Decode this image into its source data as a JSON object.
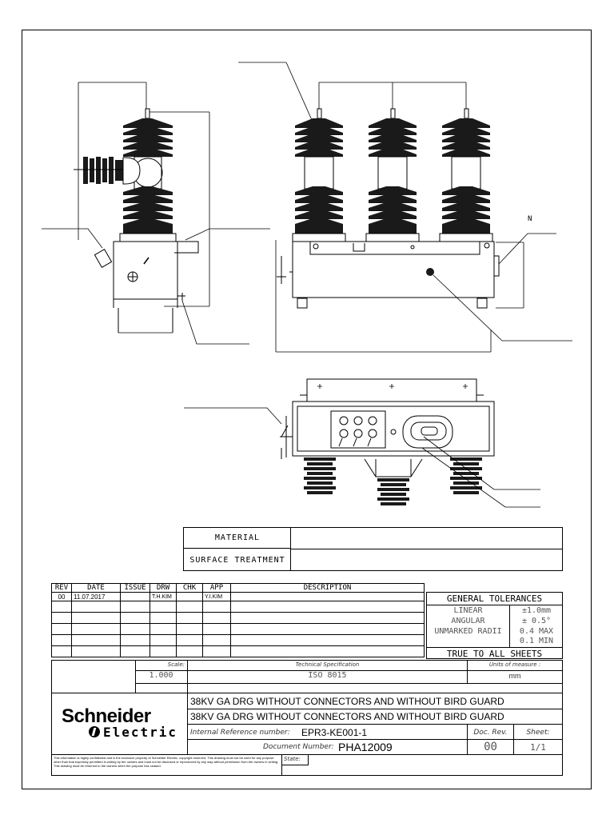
{
  "material_table": {
    "material_label": "MATERIAL",
    "surface_label": "SURFACE TREATMENT",
    "material_value": "",
    "surface_value": ""
  },
  "callouts": {
    "n_label": "N"
  },
  "revision_table": {
    "headers": [
      "REV",
      "DATE",
      "ISSUE",
      "DRW",
      "CHK",
      "APP",
      "DESCRIPTION"
    ],
    "rows": [
      {
        "rev": "00",
        "date": "11.07.2017",
        "issue": "",
        "drw": "T.H.KIM",
        "chk": "",
        "app": "Y.I.KIM",
        "description": ""
      }
    ]
  },
  "tolerances": {
    "title": "GENERAL TOLERANCES",
    "linear_label": "LINEAR",
    "linear_value": "±1.0mm",
    "angular_label": "ANGULAR",
    "angular_value": "± 0.5°",
    "radii_label": "UNMARKED RADII",
    "radii_max": "0.4 MAX",
    "radii_min": "0.1 MIN",
    "true_sheets": "TRUE TO ALL SHEETS"
  },
  "specs": {
    "scale_label": "Scale:",
    "scale_value": "1.000",
    "tech_spec_label": "Technical Specification",
    "tech_spec_value": "ISO 8015",
    "units_label": "Units of measure :",
    "units_value": "mm"
  },
  "title_block": {
    "title_line_1": "38KV GA DRG WITHOUT CONNECTORS AND WITHOUT BIRD GUARD",
    "title_line_2": "38KV GA DRG WITHOUT CONNECTORS AND WITHOUT BIRD GUARD",
    "internal_ref_label": "Internal Reference number:",
    "internal_ref_value": "EPR3-KE001-1",
    "doc_rev_label": "Doc. Rev.",
    "doc_rev_value": "00",
    "sheet_label": "Sheet:",
    "sheet_value": "1/1",
    "doc_number_label": "Document Number:",
    "doc_number_value": "PHA12009",
    "state_label": "State:"
  },
  "logo": {
    "line1": "Schneider",
    "line2": "Electric"
  },
  "confidentiality": "This information is highly confidential and is the exclusive property of Schneider Electric. copyright reserved. This drawing must not be used for any purpose other than that expressly permitted in writing by the owners and must not be disclosed or reproduced by any way without permission from the owners in writing. This drawing must be returned to the owners when the purpose has ceased."
}
